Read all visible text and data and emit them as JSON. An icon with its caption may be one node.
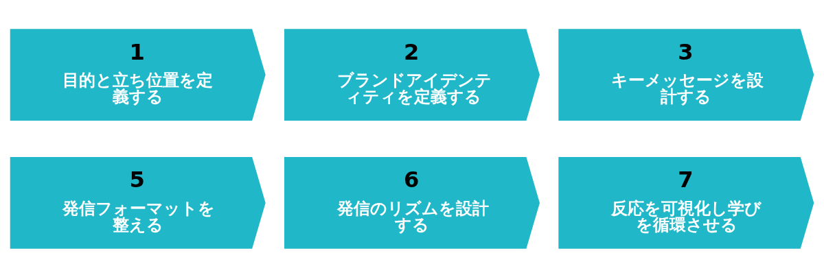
{
  "diagram": {
    "nodes": [
      {
        "text": [
          "1",
          "目的と立ち位置を定義する"
        ]
      },
      {
        "text": [
          "2",
          "ブランドアイデンティティを定義する"
        ]
      },
      {
        "text": [
          "3",
          "キーメッセージを設計する"
        ]
      },
      {
        "text": [
          "5",
          "発信フォーマットを整える"
        ]
      },
      {
        "text": [
          "6",
          "発信のリズムを設計する"
        ]
      },
      {
        "text": [
          "7",
          "反応を可視化し学びを循環させる"
        ]
      }
    ]
  }
}
